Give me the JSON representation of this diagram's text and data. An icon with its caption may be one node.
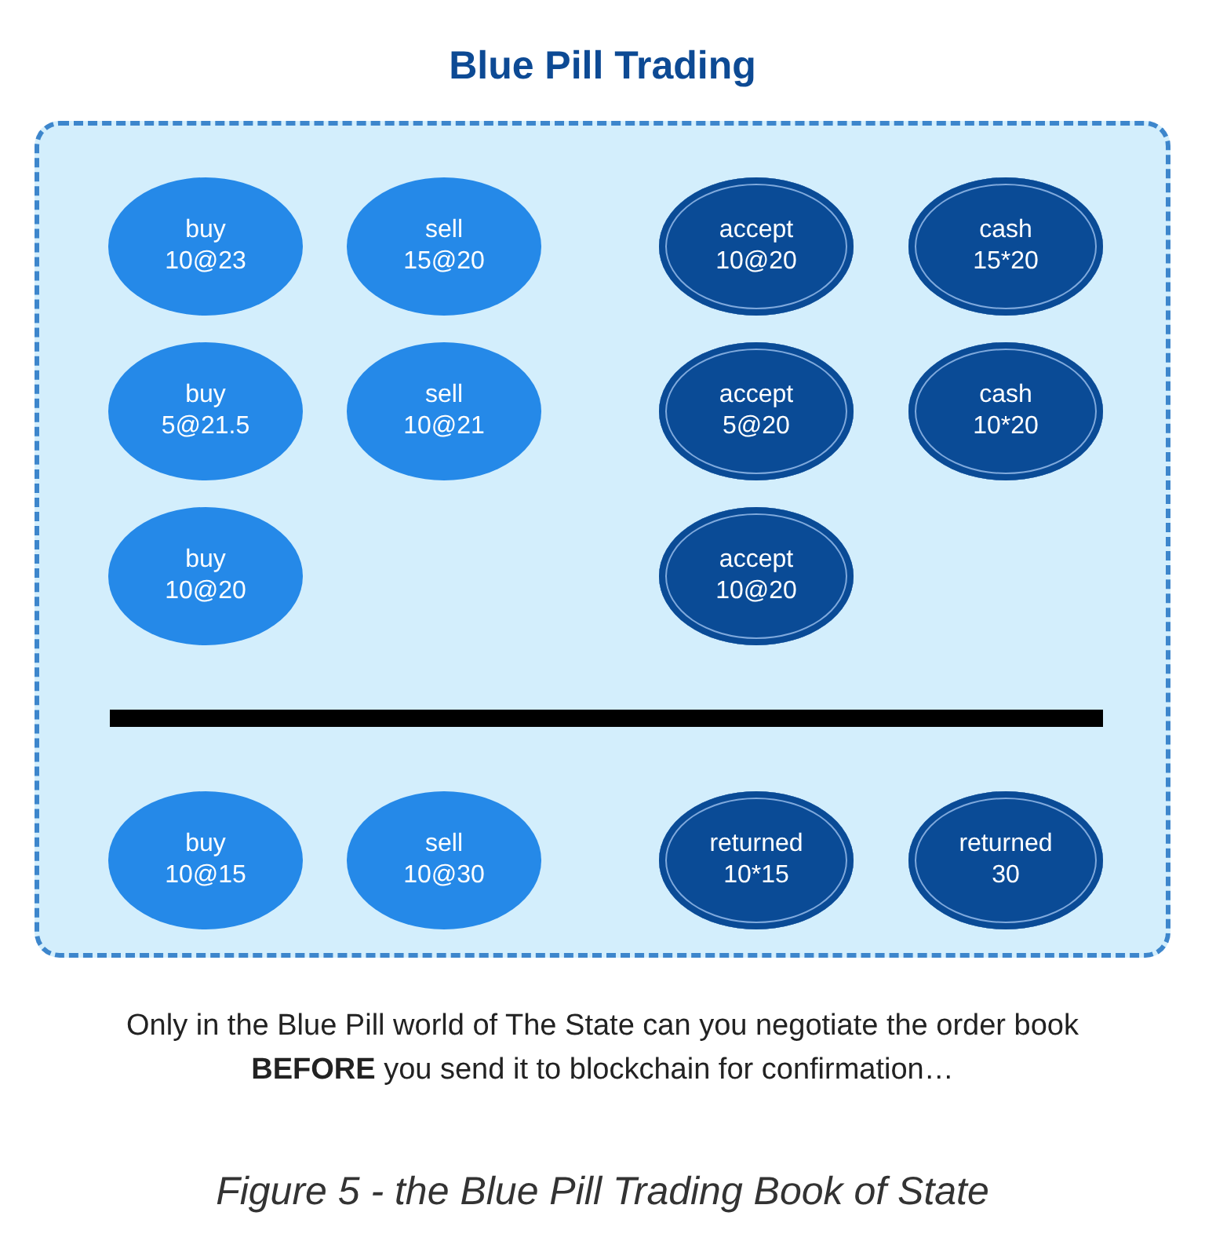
{
  "diagram": {
    "title": "Blue Pill Trading",
    "caption": "Figure 5 - the Blue Pill Trading Book of State",
    "nodes": [
      {
        "text": [],
        "shape": "box"
      },
      {
        "text": [
          "buy 10@23"
        ],
        "in": 0
      },
      {
        "text": [
          "sell 15@20"
        ],
        "in": 0
      },
      {
        "text": [
          "accept 10@20"
        ],
        "in": 0
      },
      {
        "text": [
          "cash 15*20"
        ],
        "in": 0
      },
      {
        "text": [
          "buy 5@21.5"
        ],
        "in": 0
      },
      {
        "text": [
          "sell 10@21"
        ],
        "in": 0
      },
      {
        "text": [
          "accept 5@20"
        ],
        "in": 0
      },
      {
        "text": [
          "cash 10*20"
        ],
        "in": 0
      },
      {
        "text": [
          "buy 10@20"
        ],
        "in": 0
      },
      {
        "text": [
          "accept 10@20"
        ],
        "in": 0
      },
      {
        "text": [
          "buy 10@15"
        ],
        "in": 0
      },
      {
        "text": [
          "sell 10@30"
        ],
        "in": 0
      },
      {
        "text": [
          "returned 10*15"
        ],
        "in": 0
      },
      {
        "text": [
          "returned 30"
        ],
        "in": 0
      }
    ],
    "labels": [
      "Only in the Blue Pill world of The State can you negotiate the order book **BEFORE** you send it to blockchain for confirmation…"
    ]
  }
}
